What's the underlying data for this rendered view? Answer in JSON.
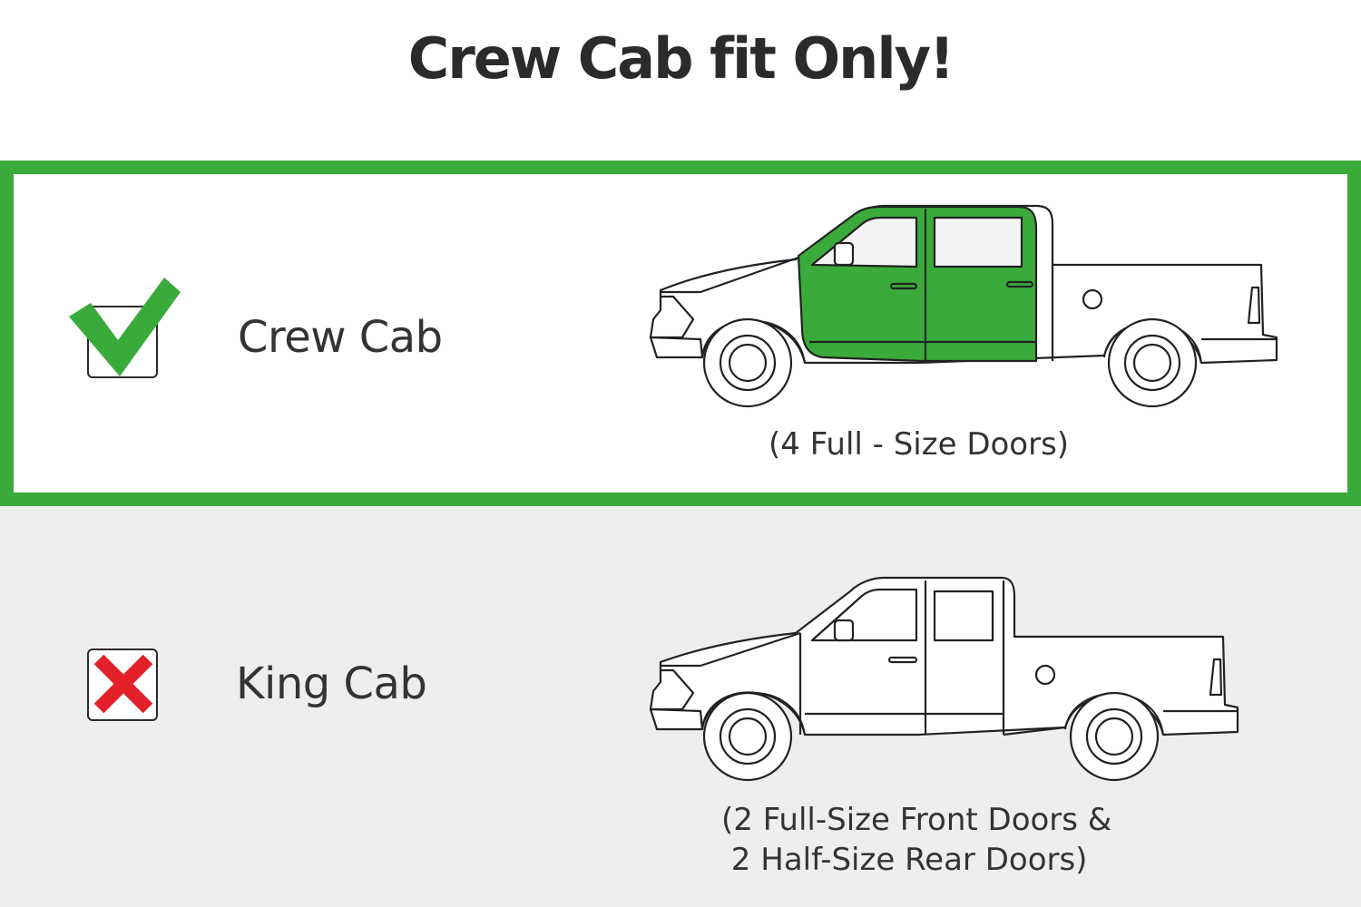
{
  "title": "Crew Cab fit Only!",
  "colors": {
    "accent_green": "#3aab3a",
    "reject_red": "#e3202a",
    "panel_gray": "#edefee",
    "text_dark": "#333333"
  },
  "options": [
    {
      "label": "Crew Cab",
      "status": "compatible",
      "status_icon": "green-check-icon",
      "caption_lines": [
        "(4 Full - Size Doors)"
      ],
      "truck_icon": "crew-cab-truck-icon"
    },
    {
      "label": "King Cab",
      "status": "not-compatible",
      "status_icon": "red-x-icon",
      "caption_lines": [
        "(2 Full-Size Front Doors &",
        " 2 Half-Size Rear Doors)"
      ],
      "truck_icon": "king-cab-truck-icon"
    }
  ]
}
